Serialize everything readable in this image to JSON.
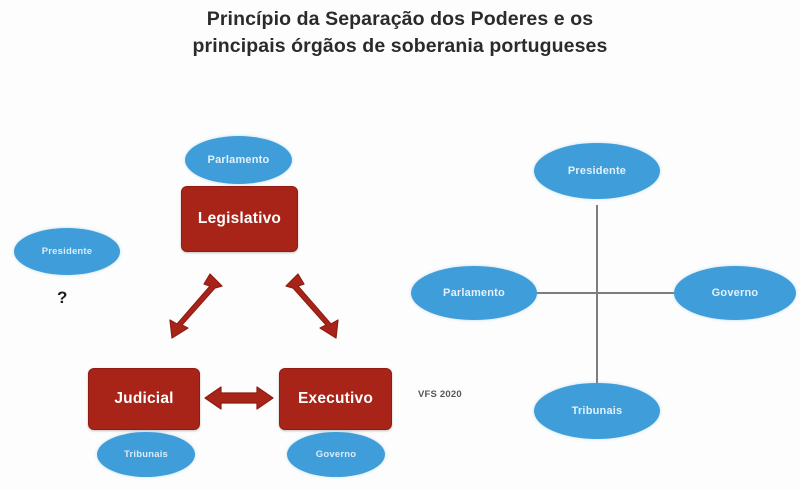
{
  "title": {
    "line1": "Princípio da Separação dos Poderes e os",
    "line2": "principais órgãos de soberania portugueses"
  },
  "left_diagram": {
    "powers": [
      {
        "label": "Legislativo"
      },
      {
        "label": "Judicial"
      },
      {
        "label": "Executivo"
      }
    ],
    "organs": [
      {
        "label": "Parlamento"
      },
      {
        "label": "Tribunais"
      },
      {
        "label": "Governo"
      },
      {
        "label": "Presidente"
      }
    ],
    "unknown_marker": "?"
  },
  "right_diagram": {
    "nodes": [
      {
        "label": "Presidente"
      },
      {
        "label": "Parlamento"
      },
      {
        "label": "Governo"
      },
      {
        "label": "Tribunais"
      }
    ]
  },
  "watermark": "VFS 2020",
  "colors": {
    "power_box": "#a82318",
    "organ_ellipse": "#3f9ed9",
    "arrow": "#a82318",
    "cross_line": "#7d7d7d",
    "title_text": "#2b2b2b",
    "background": "#fdfdfd"
  }
}
